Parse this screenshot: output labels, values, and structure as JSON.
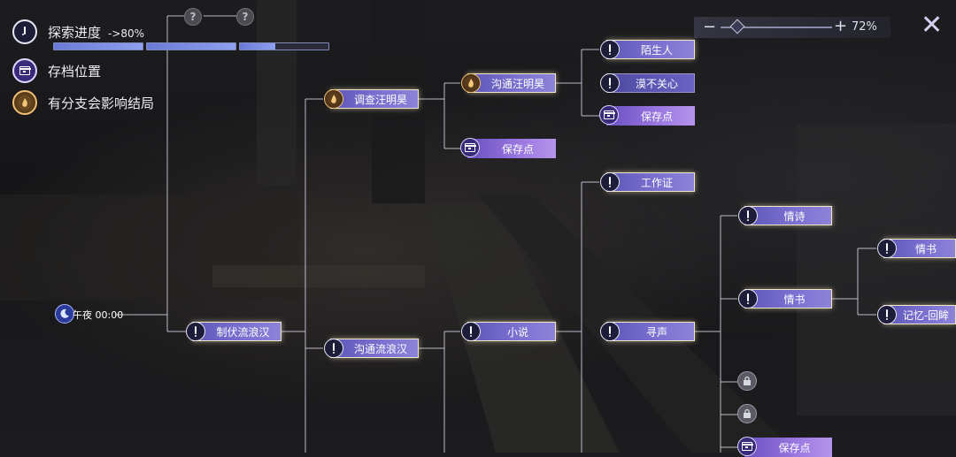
{
  "legend": {
    "progress_label": "探索进度",
    "progress_value": "->80%",
    "progress_segments": [
      1,
      1,
      0.4
    ],
    "save_label": "存档位置",
    "branch_label": "有分支会影响结局"
  },
  "zoom": {
    "minus": "−",
    "plus": "+",
    "percent": "72%"
  },
  "close": "✕",
  "hidden_markers": [
    "?",
    "?"
  ],
  "nodes": {
    "start": "午夜 00:00",
    "n1": "制伏流浪汉",
    "n2": "调查汪明昊",
    "n3": "沟通流浪汉",
    "n4": "沟通汪明昊",
    "n5": "保存点",
    "n6": "陌生人",
    "n7": "漠不关心",
    "n8": "保存点",
    "n9": "小说",
    "n10": "寻声",
    "n11": "工作证",
    "n12": "情诗",
    "n13": "情书",
    "n14": "情书",
    "n15": "记忆-回眸",
    "n16": "保存点"
  },
  "colors": {
    "accent": "#7b6fd0",
    "glow": "#efe6c8",
    "save": "#9a78e0"
  }
}
